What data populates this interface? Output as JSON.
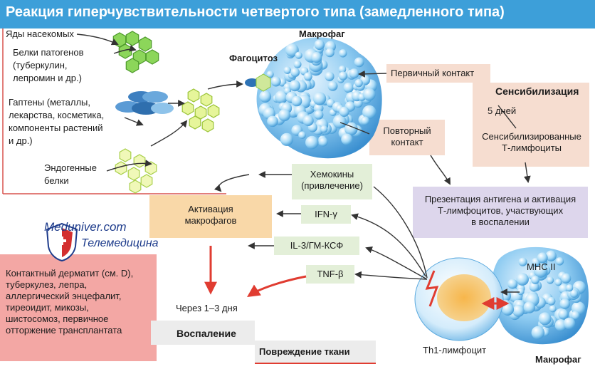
{
  "title": "Реакция гиперчувствительности четвертого типа (замедленного типа)",
  "antigens": {
    "insect_venom": "Яды насекомых",
    "pathogen_proteins": [
      "Белки патогенов",
      "(туберкулин,",
      "лепромин и др.)"
    ],
    "haptens": [
      "Гаптены (металлы,",
      "лекарства, косметика,",
      "компоненты растений",
      "и др.)"
    ],
    "endogenous": [
      "Эндогенные",
      "белки"
    ]
  },
  "phagocytosis": "Фагоцитоз",
  "macrophage": "Макрофаг",
  "primary_contact": "Первичный контакт",
  "sensitization": "Сенсибилизация",
  "five_days": "5 дней",
  "sensitized_t": [
    "Сенсибилизированные",
    "Т-лимфоциты"
  ],
  "repeat_contact": [
    "Повторный",
    "контакт"
  ],
  "chemokines": [
    "Хемокины",
    "(привлечение)"
  ],
  "presentation": [
    "Презентация антигена и активация",
    "Т-лимфоцитов, участвующих",
    "в воспалении"
  ],
  "activation": [
    "Активация",
    "макрофагов"
  ],
  "cytokines": {
    "ifn": "IFN-γ",
    "il3": "IL-3/ГМ-КСФ",
    "tnf": "TNF-β"
  },
  "mhc": "MHC II",
  "th1": "Th1-лимфоцит",
  "macrophage2": "Макрофаг",
  "through_days": "Через 1–3 дня",
  "inflammation": "Воспаление",
  "tissue_damage": "Повреждение ткани",
  "diseases": [
    "Контактный дерматит (см. D),",
    "туберкулез, лепра,",
    "аллергический энцефалит,",
    "тиреоидит, микозы,",
    "шистосомоз, первичное",
    "отторжение трансплантата"
  ],
  "watermark": {
    "line1": "Meduniver.com",
    "line2": "Телемедицина"
  },
  "colors": {
    "title_bg": "#3d9fd9",
    "orange_box": "#f9d8a8",
    "peach_box": "#f6ddd0",
    "lilac_box": "#ddd6ec",
    "pink_box": "#f3a7a4",
    "grey_box": "#ececec",
    "green_box": "#e3efd8",
    "red_arrow": "#e03c31",
    "dark_arrow": "#333333"
  }
}
